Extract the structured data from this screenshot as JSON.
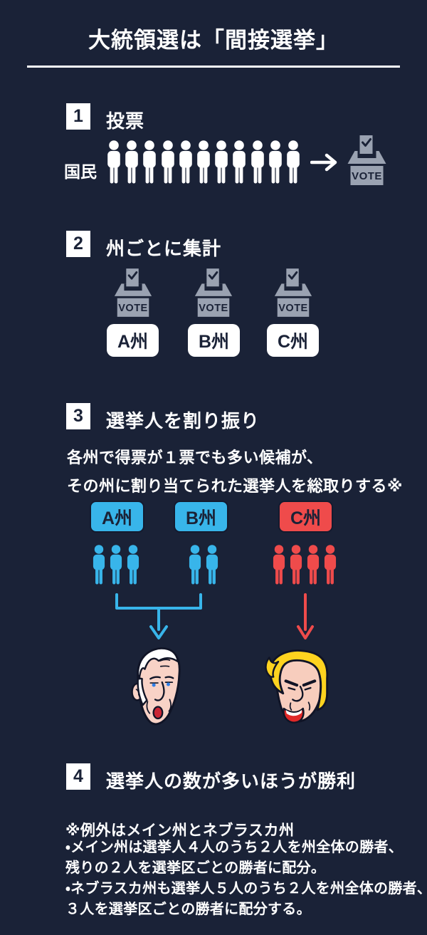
{
  "title": "大統領選は「間接選挙」",
  "colors": {
    "background": "#1a2237",
    "accent_blue": "#38b5ea",
    "accent_red": "#ef4b4b",
    "ballot_gray": "#9aa2b1",
    "text_white": "#ffffff",
    "text_navy": "#1a2237"
  },
  "steps": [
    {
      "num": "1",
      "label": "投票"
    },
    {
      "num": "2",
      "label": "州ごとに集計"
    },
    {
      "num": "3",
      "label": "選挙人を割り振り"
    },
    {
      "num": "4",
      "label": "選挙人の数が多いほうが勝利"
    }
  ],
  "step1": {
    "voters_label": "国民",
    "voter_count": 11,
    "ballot_label": "VOTE"
  },
  "step2": {
    "ballot_label": "VOTE",
    "states": [
      {
        "name": "A州"
      },
      {
        "name": "B州"
      },
      {
        "name": "C州"
      }
    ]
  },
  "step3": {
    "note_line1": "各州で得票が１票でも多い候補が、",
    "note_line2": "その州に割り当てられた選挙人を総取りする※",
    "groups": [
      {
        "name": "A州",
        "electors": 3,
        "color": "blue"
      },
      {
        "name": "B州",
        "electors": 2,
        "color": "blue"
      },
      {
        "name": "C州",
        "electors": 4,
        "color": "red"
      }
    ]
  },
  "footnote": {
    "heading": "※例外はメイン州とネブラスカ州",
    "lines": [
      "・メイン州は選挙人４人のうち２人を州全体の勝者、",
      "残りの２人を選挙区ごとの勝者に配分。",
      "・ネブラスカ州も選挙人５人のうち２人を州全体の勝者、",
      "３人を選挙区ごとの勝者に配分する。"
    ]
  }
}
